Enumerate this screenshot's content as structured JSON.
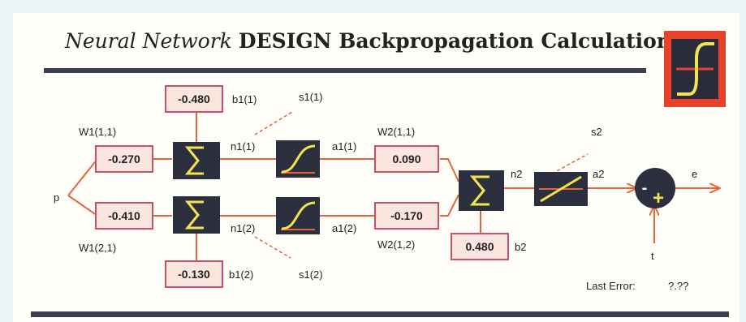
{
  "title": {
    "italic": "Neural Network",
    "main": "DESIGN  Backpropagation Calculation"
  },
  "inputs": {
    "p": "p",
    "t": "t"
  },
  "weights": {
    "w1_11": {
      "label": "W1(1,1)",
      "value": "-0.270"
    },
    "w1_21": {
      "label": "W1(2,1)",
      "value": "-0.410"
    },
    "w2_11": {
      "label": "W2(1,1)",
      "value": "0.090"
    },
    "w2_12": {
      "label": "W2(1,2)",
      "value": "-0.170"
    }
  },
  "biases": {
    "b1_1": {
      "label": "b1(1)",
      "value": "-0.480"
    },
    "b1_2": {
      "label": "b1(2)",
      "value": "-0.130"
    },
    "b2": {
      "label": "b2",
      "value": "0.480"
    }
  },
  "signals": {
    "n1_1": "n1(1)",
    "n1_2": "n1(2)",
    "a1_1": "a1(1)",
    "a1_2": "a1(2)",
    "s1_1": "s1(1)",
    "s1_2": "s1(2)",
    "n2": "n2",
    "a2": "a2",
    "s2": "s2",
    "e": "e"
  },
  "summer": {
    "minus": "-",
    "plus": "+"
  },
  "error": {
    "label": "Last Error:",
    "value": "?.??"
  },
  "colors": {
    "wire": "#e2663c",
    "block": "#2b2f3e",
    "sigma": "#f2e44a",
    "box_border": "#c9506a",
    "box_fill": "#fbe6df",
    "logo_bg": "#e8432a",
    "logo_inner": "#c8341c"
  }
}
